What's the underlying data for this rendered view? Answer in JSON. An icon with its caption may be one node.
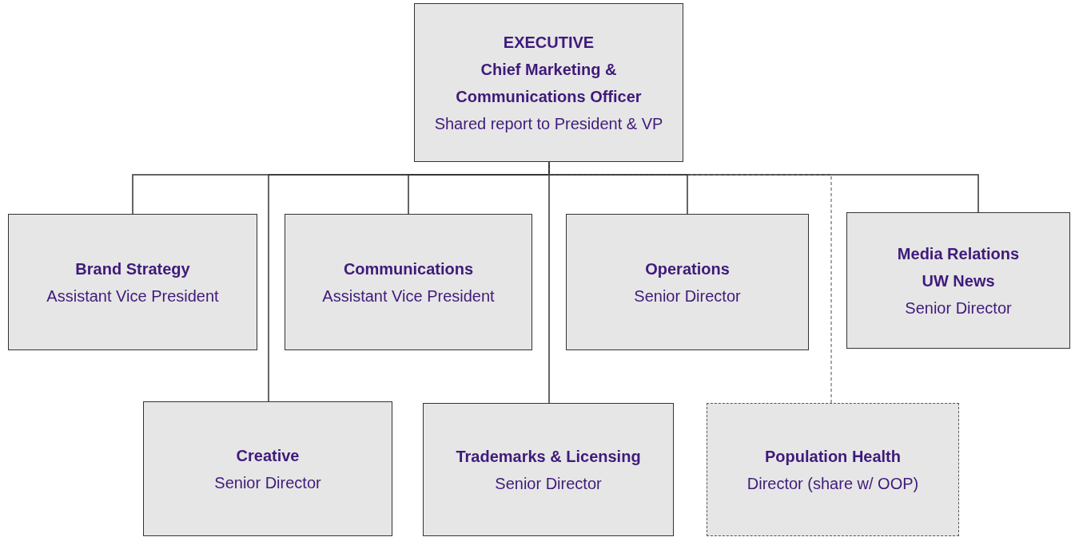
{
  "diagram": {
    "nodes": [
      {
        "text": [
          "EXECUTIVE",
          "Chief Marketing & Communications Officer",
          "Shared report to President & VP"
        ]
      },
      {
        "text": [
          "Brand Strategy",
          "Assistant Vice President"
        ]
      },
      {
        "text": [
          "Communications",
          "Assistant Vice President"
        ]
      },
      {
        "text": [
          "Operations",
          "Senior Director"
        ]
      },
      {
        "text": [
          "Media Relations",
          "UW News",
          "Senior Director"
        ]
      },
      {
        "text": [
          "Creative",
          "Senior Director"
        ]
      },
      {
        "text": [
          "Trademarks & Licensing",
          "Senior Director"
        ]
      },
      {
        "text": [
          "Population Health",
          "Director (share w/ OOP)"
        ]
      }
    ],
    "edges": [
      {
        "from": 0,
        "to": 1,
        "arrow": "none"
      },
      {
        "from": 0,
        "to": 5,
        "arrow": "none"
      },
      {
        "from": 0,
        "to": 2,
        "arrow": "none"
      },
      {
        "from": 0,
        "to": 6,
        "arrow": "none"
      },
      {
        "from": 0,
        "to": 3,
        "arrow": "none"
      },
      {
        "from": 0,
        "to": 7,
        "arrow": "none",
        "style": "dashed"
      },
      {
        "from": 0,
        "to": 4,
        "arrow": "none"
      }
    ]
  }
}
